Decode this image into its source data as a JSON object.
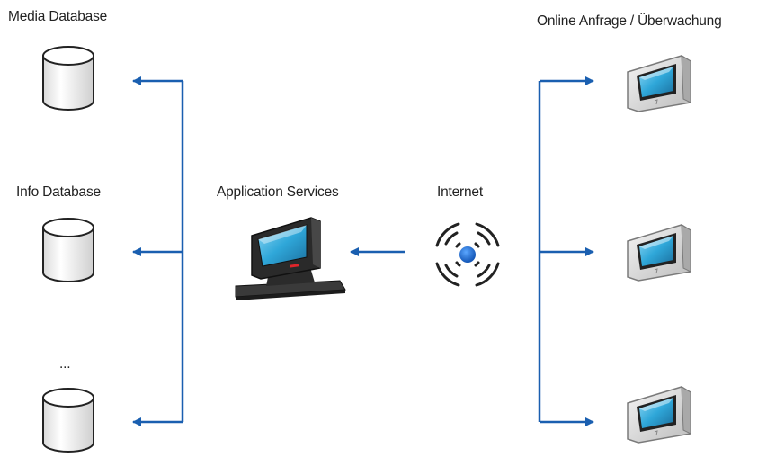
{
  "labels": {
    "media_database": "Media Database",
    "info_database": "Info Database",
    "more_databases": "...",
    "application_services": "Application Services",
    "internet": "Internet",
    "online_monitoring": "Online Anfrage / Überwachung"
  },
  "colors": {
    "connector": "#1a5fb0",
    "screen_blue": "#2fa7d9",
    "internet_dot": "#1c6fd1"
  },
  "icons": {
    "database": "database-cylinder-icon",
    "server": "computer-monitor-icon",
    "internet": "signal-target-icon",
    "client": "monitor-client-icon"
  }
}
